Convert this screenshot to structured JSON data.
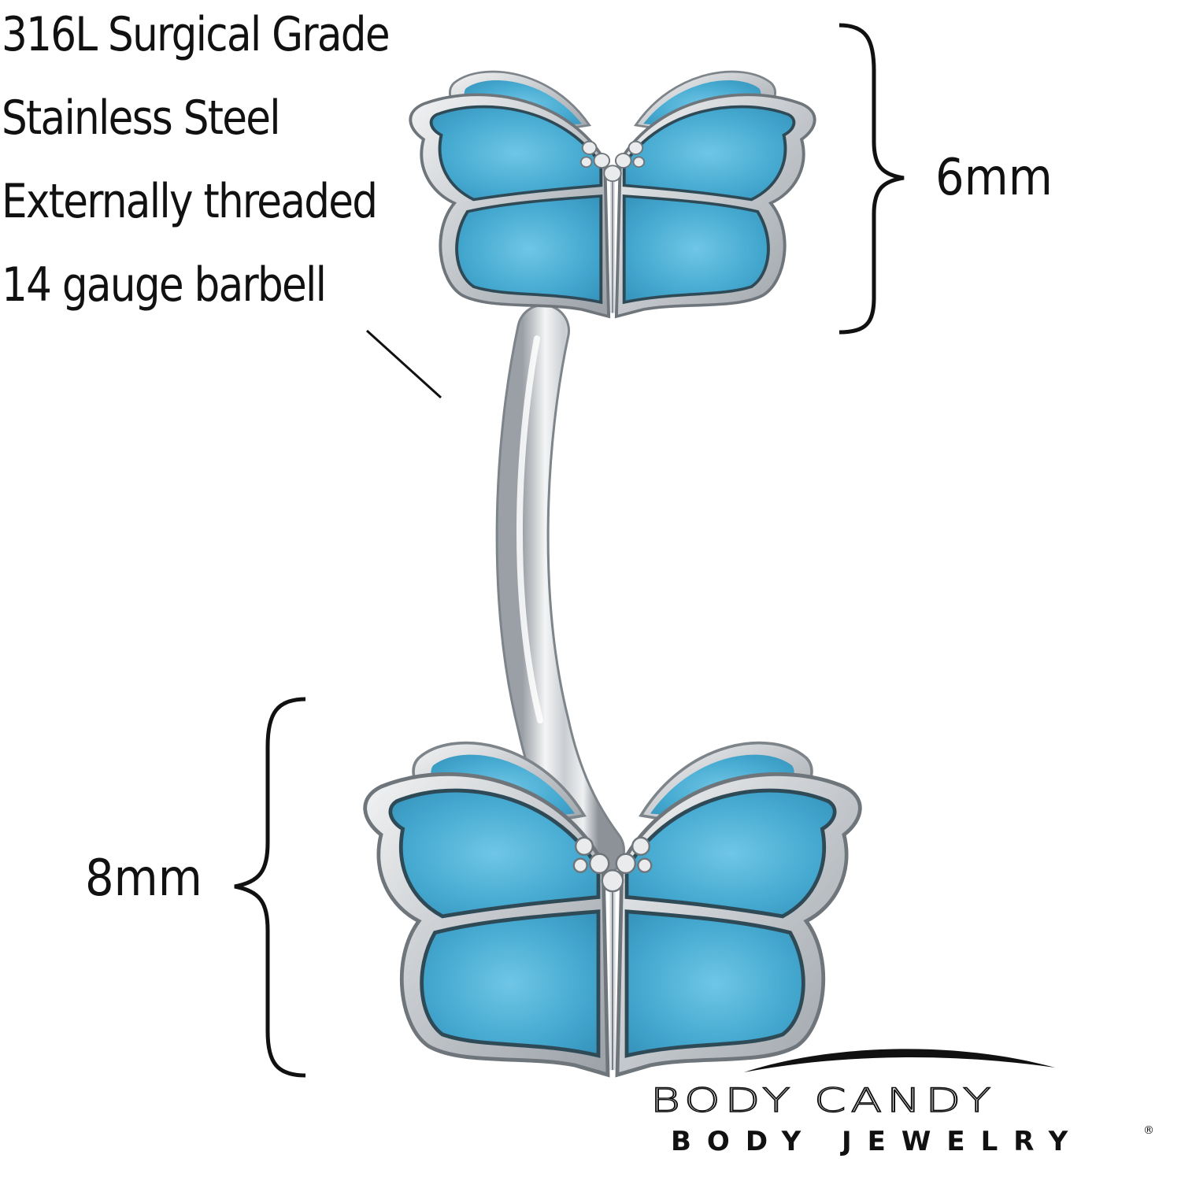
{
  "specs": {
    "lines": [
      "316L Surgical Grade",
      "Stainless Steel",
      "Externally threaded",
      "14 gauge barbell"
    ]
  },
  "dimensions": {
    "top": "6mm",
    "bottom": "8mm"
  },
  "brand": {
    "name": "BODY CANDY",
    "tagline": "BODY JEWELRY",
    "registered": "®"
  },
  "colors": {
    "enamel": "#3a9fc7",
    "enamel_light": "#6cc3e3",
    "steel": "#d7dade",
    "steel_dark": "#8a9096",
    "text": "#111111"
  }
}
